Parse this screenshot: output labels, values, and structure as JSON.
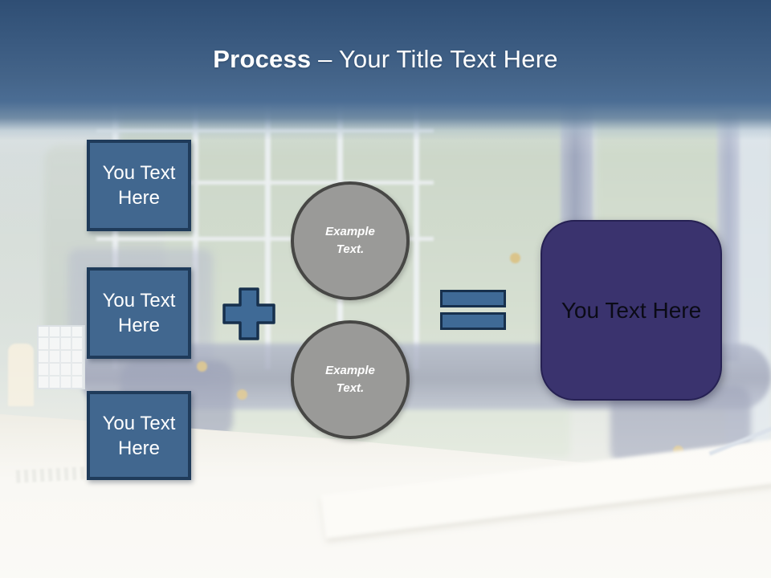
{
  "slide": {
    "title": {
      "bold": "Process",
      "rest": "– Your Title Text Here"
    }
  },
  "diagram": {
    "input_boxes": [
      {
        "label": "You Text Here"
      },
      {
        "label": "You Text Here"
      },
      {
        "label": "You Text Here"
      }
    ],
    "operators": {
      "plus": "plus",
      "equals": "equals"
    },
    "circles": [
      {
        "label": "Example Text."
      },
      {
        "label": "Example Text."
      }
    ],
    "result_box": {
      "label": "You Text Here"
    }
  },
  "colors": {
    "header_blue_top": "#2F4E74",
    "header_blue_bottom": "#4B6D94",
    "title_text": "#FFFFFF",
    "input_box_fill": "#41678F",
    "input_box_border": "#1F3B5A",
    "operator_fill": "#3F6A96",
    "operator_border": "#17304D",
    "circle_fill": "#9A9A98",
    "circle_border": "#474745",
    "result_fill": "#3A336E",
    "result_border": "#262153",
    "result_text": "#0B0B16"
  }
}
